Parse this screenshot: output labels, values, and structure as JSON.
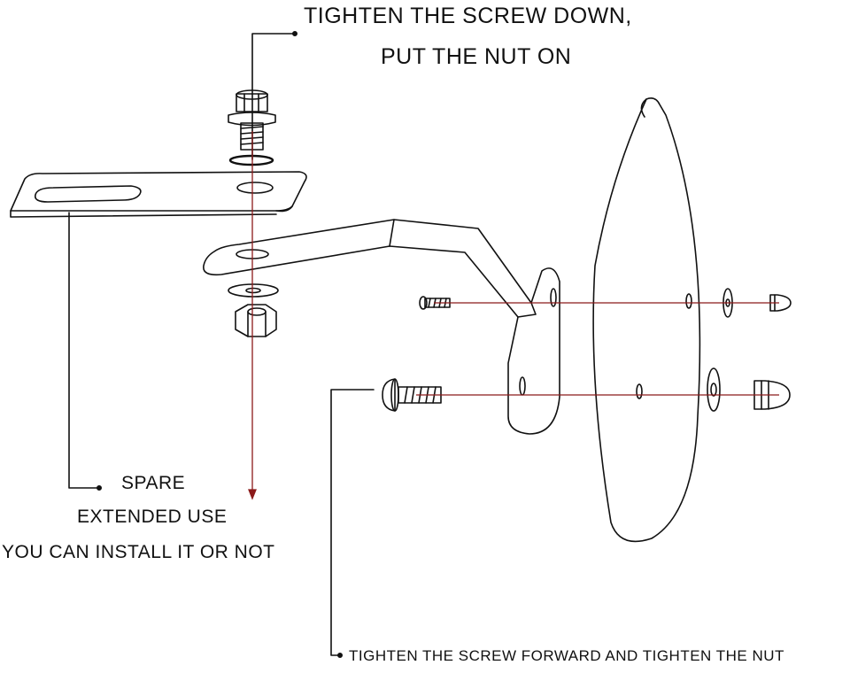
{
  "callouts": {
    "top_line1": "TIGHTEN THE SCREW DOWN,",
    "top_line2": "PUT THE NUT ON",
    "spare_line1": "SPARE",
    "spare_line2": "EXTENDED USE",
    "spare_line3": "YOU CAN INSTALL IT OR NOT",
    "bottom": "TIGHTEN THE SCREW FORWARD AND TIGHTEN THE NUT"
  },
  "colors": {
    "line": "#111111",
    "axis": "#8b1a1a",
    "background": "#ffffff"
  }
}
